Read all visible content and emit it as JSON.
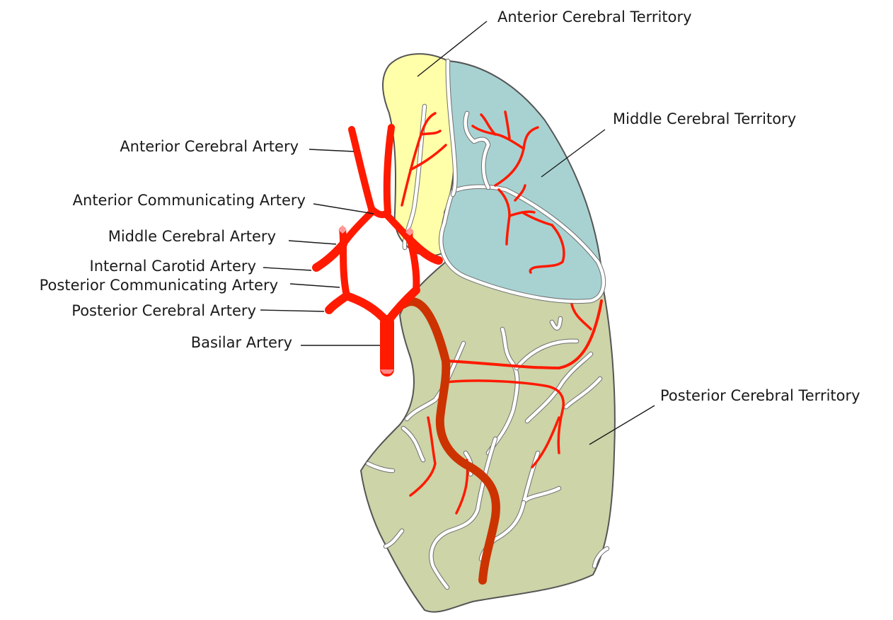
{
  "labels": {
    "anterior_cerebral_territory": "Anterior Cerebral Territory",
    "middle_cerebral_territory": "Middle Cerebral Territory",
    "posterior_cerebral_territory": "Posterior Cerebral Territory",
    "anterior_cerebral_artery": "Anterior Cerebral Artery",
    "anterior_communicating_artery": "Anterior Communicating Artery",
    "middle_cerebral_artery": "Middle Cerebral Artery",
    "internal_carotid_artery": "Internal Carotid Artery",
    "posterior_communicating_artery": "Posterior Communicating Artery",
    "posterior_cerebral_artery": "Posterior Cerebral Artery",
    "basilar_artery": "Basilar Artery"
  },
  "colors": {
    "anterior_territory": "#ffffaa",
    "middle_territory": "#a8d2d2",
    "posterior_territory": "#ccd4a8",
    "artery": "#ff1a00",
    "deep_artery": "#cc3300"
  }
}
